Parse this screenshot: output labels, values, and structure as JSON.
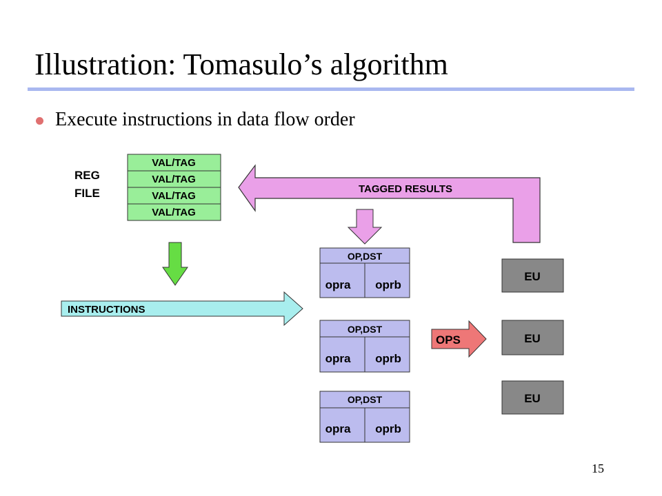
{
  "title": "Illustration: Tomasulo’s algorithm",
  "bullet": "Execute instructions in data flow order",
  "page_number": "15",
  "reg_file": {
    "label_line1": "REG",
    "label_line2": "FILE",
    "entries": [
      "VAL/TAG",
      "VAL/TAG",
      "VAL/TAG",
      "VAL/TAG"
    ]
  },
  "tagged_results_label": "TAGGED RESULTS",
  "instructions_label": "INSTRUCTIONS",
  "ops_label": "OPS",
  "reservation_stations": [
    {
      "header": "OP,DST",
      "opra": "opra",
      "oprb": "oprb"
    },
    {
      "header": "OP,DST",
      "opra": "opra",
      "oprb": "oprb"
    },
    {
      "header": "OP,DST",
      "opra": "opra",
      "oprb": "oprb"
    }
  ],
  "execution_units": [
    "EU",
    "EU",
    "EU"
  ],
  "colors": {
    "reg_file": "#99ee99",
    "tagged_results_arrow": "#eaa0e8",
    "instructions_arrow": "#a8eeee",
    "down_arrow_green": "#66dd44",
    "reservation_station": "#bcbcee",
    "ops_arrow": "#ee7777",
    "execution_unit": "#888888",
    "title_rule": "#a9b8f0"
  }
}
